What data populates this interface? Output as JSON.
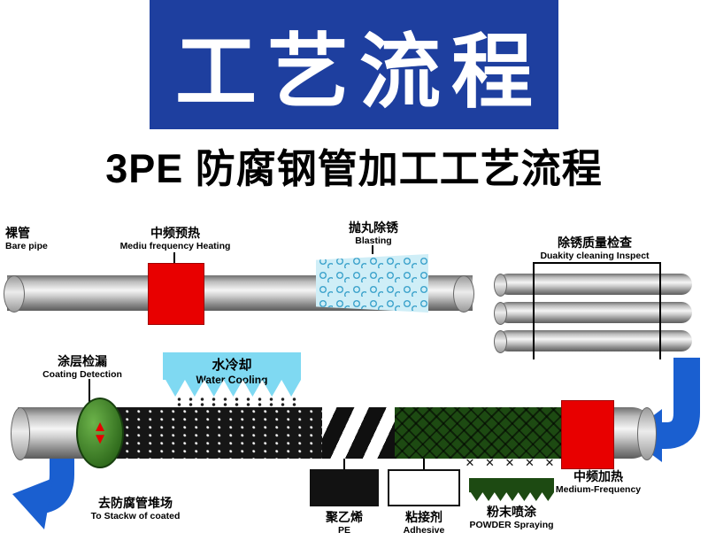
{
  "banner": {
    "title": "工艺流程"
  },
  "subtitle": "3PE 防腐钢管加工工艺流程",
  "colors": {
    "banner_blue": "#1e3f9f",
    "arrow_blue": "#1a5fd0",
    "heater_red": "#e80000",
    "powder_green": "#1d4a12",
    "blasting_blue": "#cfeef7",
    "cooling_blue": "#7fd9f2",
    "pipe_gray": "#bdbdbd"
  },
  "stages": {
    "bare_pipe": {
      "zh": "裸管",
      "en": "Bare pipe"
    },
    "preheating": {
      "zh": "中频预热",
      "en": "Mediu frequency Heating"
    },
    "blasting": {
      "zh": "抛丸除锈",
      "en": "Blasting"
    },
    "inspection": {
      "zh": "除锈质量检查",
      "en": "Duakity cleaning Inspect"
    },
    "coating_detection": {
      "zh": "涂层检漏",
      "en": "Coating Detection"
    },
    "water_cooling": {
      "zh": "水冷却",
      "en": "Water Cooling"
    },
    "stack_yard": {
      "zh": "去防腐管堆场",
      "en": "To Stackw of coated"
    },
    "pe": {
      "zh": "聚乙烯",
      "en": "PE"
    },
    "adhesive": {
      "zh": "粘接剂",
      "en": "Adhesive"
    },
    "powder_spraying": {
      "zh": "粉末喷涂",
      "en": "POWDER Spraying"
    },
    "mf_heating": {
      "zh": "中频加热",
      "en": "Medium-Frequency"
    }
  },
  "decoration": {
    "spray_marks": "✕ ✕ ✕ ✕ ✕"
  }
}
